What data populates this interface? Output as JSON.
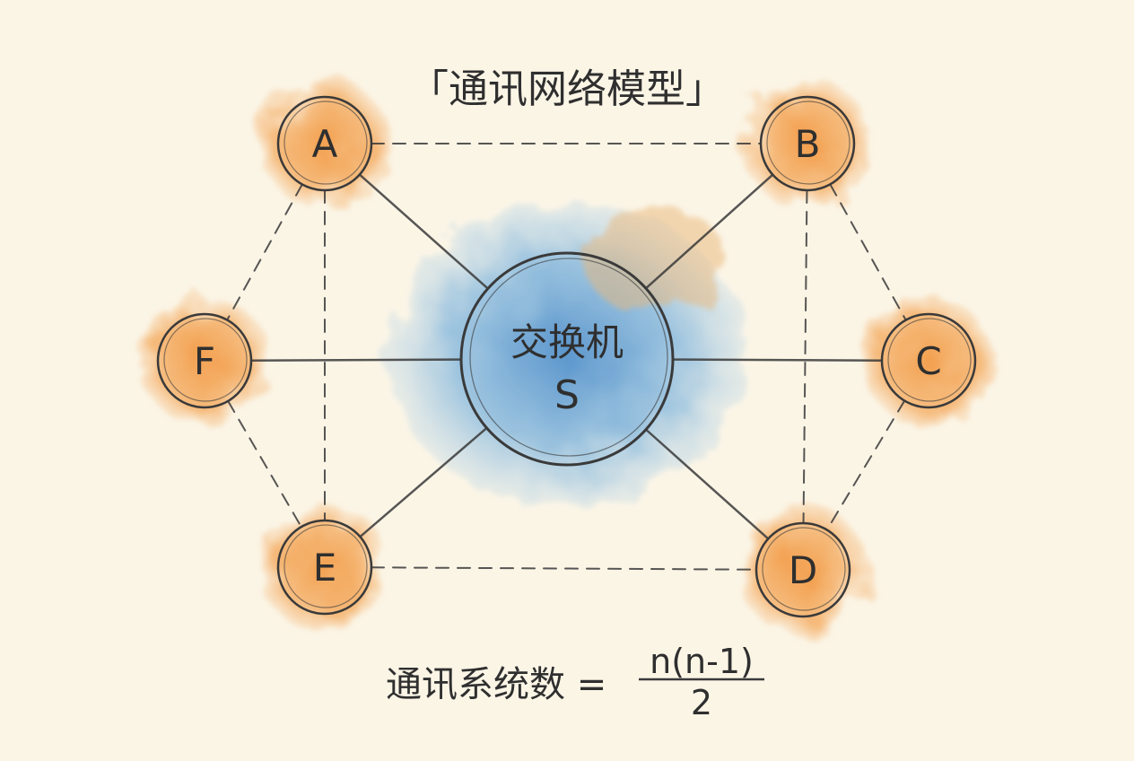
{
  "title": "「通讯网络模型」",
  "center": {
    "line1": "交换机",
    "line2": "S"
  },
  "nodes": [
    {
      "id": "A",
      "label": "A"
    },
    {
      "id": "B",
      "label": "B"
    },
    {
      "id": "C",
      "label": "C"
    },
    {
      "id": "D",
      "label": "D"
    },
    {
      "id": "E",
      "label": "E"
    },
    {
      "id": "F",
      "label": "F"
    }
  ],
  "solid_edges": [
    [
      "S",
      "A"
    ],
    [
      "S",
      "B"
    ],
    [
      "S",
      "C"
    ],
    [
      "S",
      "D"
    ],
    [
      "S",
      "E"
    ],
    [
      "S",
      "F"
    ]
  ],
  "dashed_edges": [
    [
      "A",
      "B"
    ],
    [
      "E",
      "D"
    ],
    [
      "A",
      "F"
    ],
    [
      "F",
      "E"
    ],
    [
      "B",
      "C"
    ],
    [
      "C",
      "D"
    ],
    [
      "A",
      "E"
    ],
    [
      "B",
      "D"
    ]
  ],
  "formula": {
    "lhs": "通讯系统数 =",
    "numerator": "n(n-1)",
    "denominator": "2"
  },
  "colors": {
    "node": "#f0a14e",
    "center": "#5b9bd0",
    "ink": "#3a3a3a",
    "background": "#fbf5e6"
  }
}
